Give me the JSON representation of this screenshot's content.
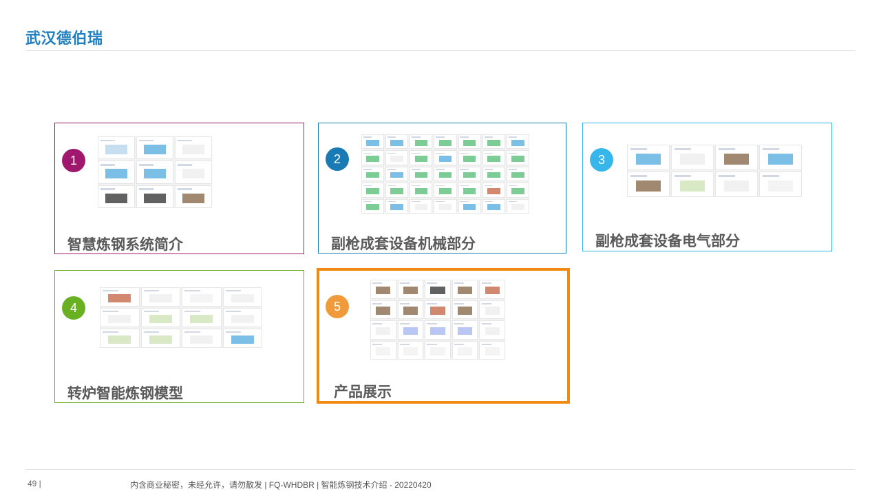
{
  "header": {
    "brand": "武汉德伯瑞"
  },
  "cards": [
    {
      "number": "1",
      "label": "智慧炼钢系统简介",
      "accent": "#a0186e",
      "selected": false
    },
    {
      "number": "2",
      "label": "副枪成套设备机械部分",
      "accent": "#1a7ab4",
      "selected": false
    },
    {
      "number": "3",
      "label": "副枪成套设备电气部分",
      "accent": "#36b6ea",
      "selected": false
    },
    {
      "number": "4",
      "label": "转炉智能炼钢模型",
      "accent": "#6ab023",
      "selected": false
    },
    {
      "number": "5",
      "label": "产品展示",
      "accent": "#f09a3c",
      "selected": true,
      "highlight": "#f08a10"
    }
  ],
  "footer": {
    "page_number": "49 |",
    "text": "内含商业秘密，未经允许，请勿散发 | FQ-WHDBR | 智能炼钢技术介绍 - 20220420"
  }
}
